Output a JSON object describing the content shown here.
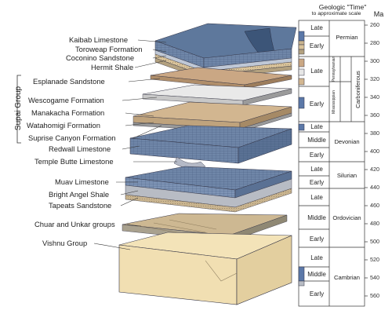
{
  "labels": {
    "kaibab": "Kaibab Limestone",
    "toroweap": "Toroweap Formation",
    "coconino": "Coconino Sandstone",
    "hermit": "Hermit Shale",
    "esplanade": "Esplanade Sandstone",
    "wescogame": "Wescogame Formation",
    "manakacha": "Manakacha Formation",
    "watahomigi": "Watahomigi Formation",
    "surprise": "Suprise Canyon Formation",
    "redwall": "Redwall Limestone",
    "temple": "Temple Butte Limestone",
    "muav": "Muav Limestone",
    "brightangel": "Bright Angel Shale",
    "tapeats": "Tapeats Sandstone",
    "chuar": "Chuar and Unkar groups",
    "vishnu": "Vishnu Group",
    "supai": "Supai Group"
  },
  "timescale": {
    "header_line1": "Geologic \"Time\"",
    "header_line2": "to approximate scale",
    "unit": "Ma",
    "ticks": [
      "260",
      "280",
      "300",
      "320",
      "340",
      "360",
      "380",
      "400",
      "420",
      "440",
      "460",
      "480",
      "500",
      "520",
      "540",
      "560"
    ],
    "epochs": {
      "permian_late": "Late",
      "permian_early": "Early",
      "penn_late": "Late",
      "miss_early": "Early",
      "dev_late": "Late",
      "dev_middle": "Middle",
      "dev_early": "Early",
      "sil_late": "Late",
      "sil_early": "Early",
      "ord_late": "Late",
      "ord_middle": "Middle",
      "ord_early": "Early",
      "cam_late": "Late",
      "cam_middle": "Middle",
      "cam_early": "Early"
    },
    "periods": {
      "permian": "Permian",
      "pennsylvanian": "Pennsylvanian",
      "mississippian": "Mississippian",
      "carboniferous": "Carboniferous",
      "devonian": "Devonian",
      "silurian": "Silurian",
      "ordovician": "Ordovician",
      "cambrian": "Cambrian"
    }
  },
  "colors": {
    "limestone": "#6f86a8",
    "limestone_dark": "#4f6688",
    "sandstone": "#c9b48f",
    "shale": "#a7a7a7",
    "tan": "#ddc9a3",
    "basement": "#f1dfb2",
    "column_marker": "#5b78a8"
  }
}
